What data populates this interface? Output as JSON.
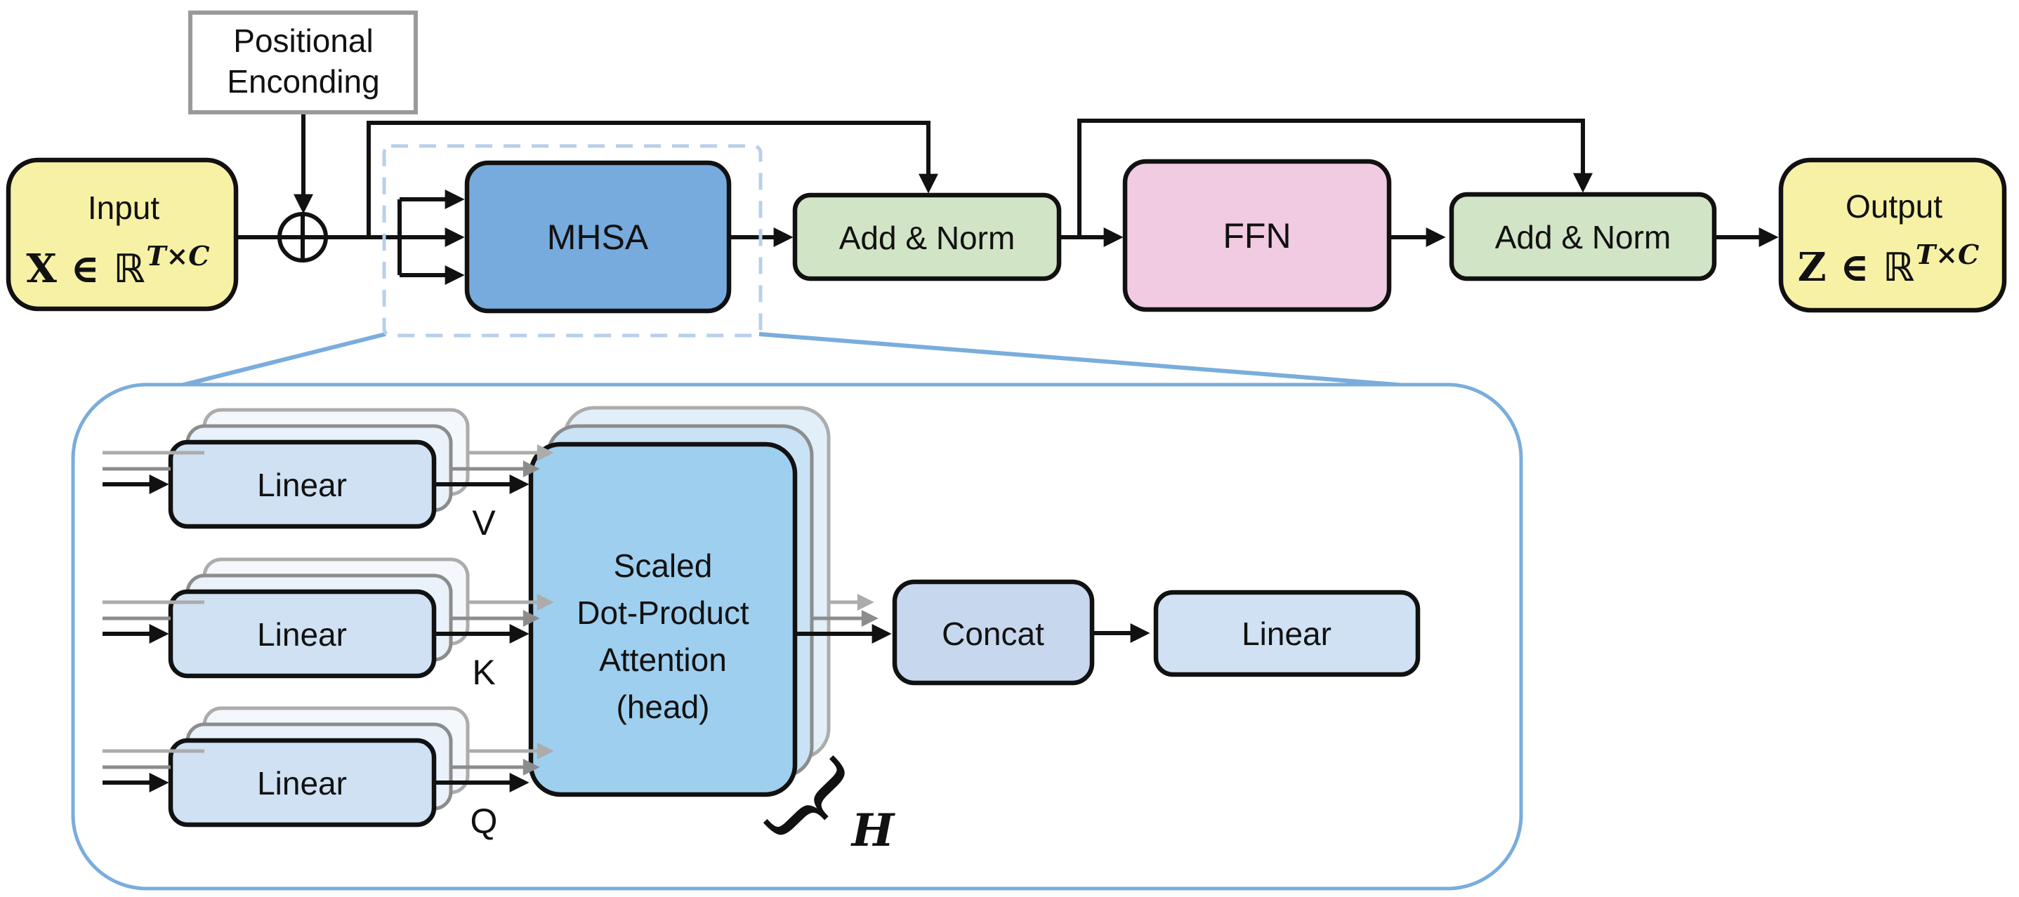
{
  "top_row": {
    "positional_box": {
      "line1": "Positional",
      "line2": "Enconding"
    },
    "input_block": {
      "title": "Input",
      "math_main": "X ∈ ℝ",
      "math_sup": "T×C"
    },
    "mhsa_label": "MHSA",
    "add_norm_1": "Add & Norm",
    "ffn_label": "FFN",
    "add_norm_2": "Add & Norm",
    "output_block": {
      "title": "Output",
      "math_main": "Z ∈ ℝ",
      "math_sup": "T×C"
    }
  },
  "detail": {
    "linear_v": "Linear",
    "linear_k": "Linear",
    "linear_q": "Linear",
    "label_v": "V",
    "label_k": "K",
    "label_q": "Q",
    "sdpa_lines": [
      "Scaled",
      "Dot-Product",
      "Attention",
      "(head)"
    ],
    "concat_label": "Concat",
    "linear_out": "Linear",
    "heads_brace": "}",
    "heads_label": "H"
  },
  "colors": {
    "input_output": "#F7F1A6",
    "mhsa": "#77ABDE",
    "add_norm": "#D2E4C6",
    "ffn": "#F0CBE1",
    "sdpa": "#9FCFEF",
    "sdpa_ghost1": "#C9E2F5",
    "sdpa_ghost2": "#E2EFF9",
    "linear": "#CFE1F3",
    "linear_ghost1": "#E9F1FA",
    "linear_ghost2": "#F4F8FD",
    "concat": "#C7D8EE",
    "container_border": "#79ADDC",
    "dashed_border": "#B9CFE9",
    "positional_border": "#9A9A9A",
    "white": "#FFFFFF"
  }
}
